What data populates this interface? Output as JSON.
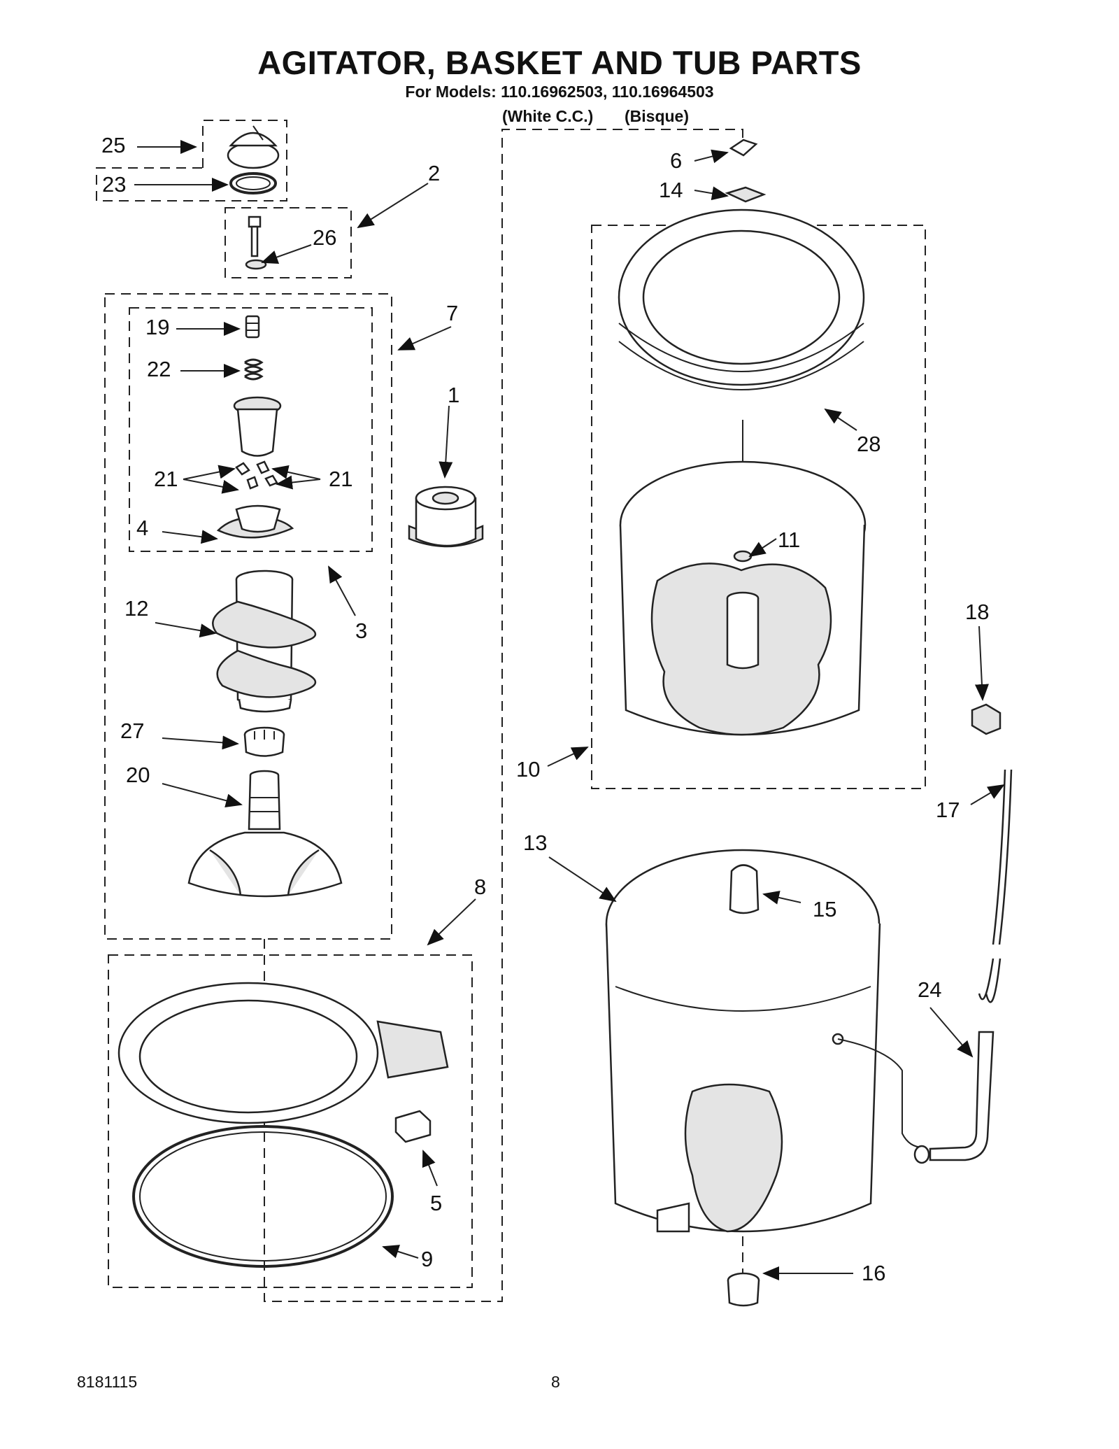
{
  "header": {
    "title": "AGITATOR, BASKET AND TUB PARTS",
    "subtitle": "For Models: 110.16962503, 110.16964503",
    "variant_white": "(White C.C.)",
    "variant_bisque": "(Bisque)"
  },
  "footer": {
    "doc_number": "8181115",
    "page_number": "8"
  },
  "callouts": {
    "c1": "1",
    "c2": "2",
    "c3": "3",
    "c4": "4",
    "c5": "5",
    "c6": "6",
    "c7": "7",
    "c8": "8",
    "c9": "9",
    "c10": "10",
    "c11": "11",
    "c12": "12",
    "c13": "13",
    "c14": "14",
    "c15": "15",
    "c16": "16",
    "c17": "17",
    "c18": "18",
    "c19": "19",
    "c20": "20",
    "c21a": "21",
    "c21b": "21",
    "c22": "22",
    "c23": "23",
    "c24": "24",
    "c25": "25",
    "c26": "26",
    "c27": "27",
    "c28": "28"
  }
}
